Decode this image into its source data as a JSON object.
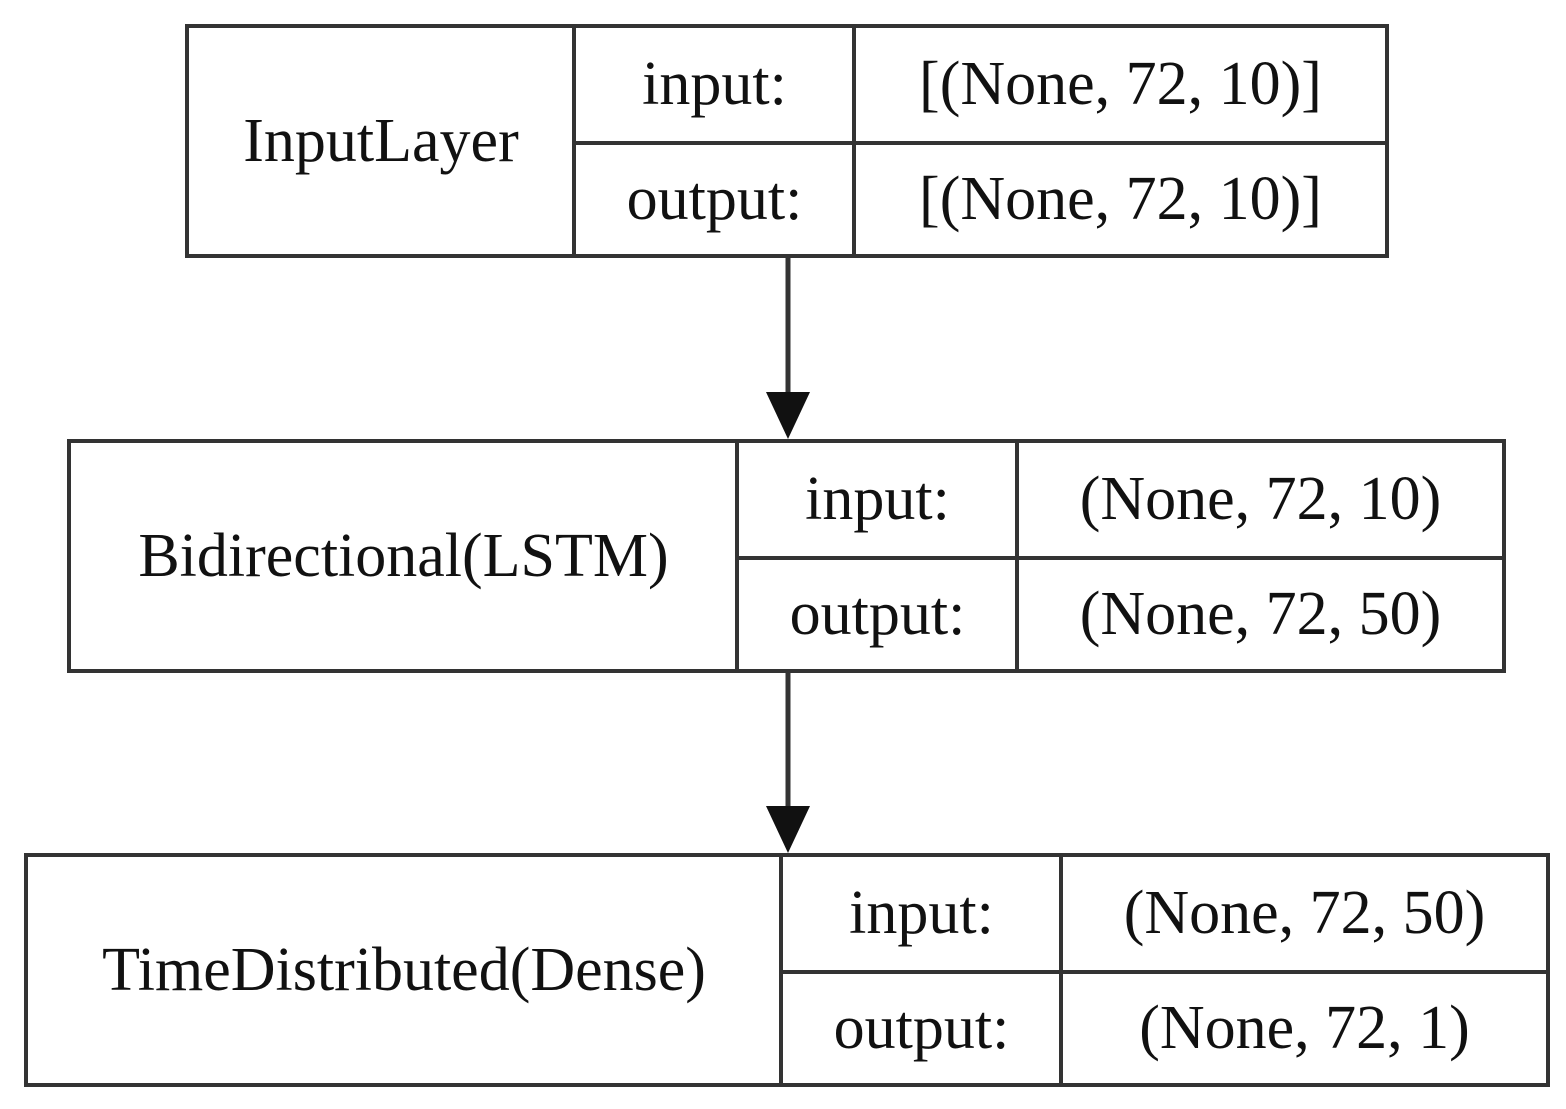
{
  "layers": [
    {
      "name": "InputLayer",
      "input_label": "input:",
      "input_shape": "[(None, 72, 10)]",
      "output_label": "output:",
      "output_shape": "[(None, 72, 10)]"
    },
    {
      "name": "Bidirectional(LSTM)",
      "input_label": "input:",
      "input_shape": "(None, 72, 10)",
      "output_label": "output:",
      "output_shape": "(None, 72, 50)"
    },
    {
      "name": "TimeDistributed(Dense)",
      "input_label": "input:",
      "input_shape": "(None, 72, 50)",
      "output_label": "output:",
      "output_shape": "(None, 72, 1)"
    }
  ],
  "colors": {
    "border": "#333333",
    "text": "#111111",
    "background": "#ffffff"
  }
}
